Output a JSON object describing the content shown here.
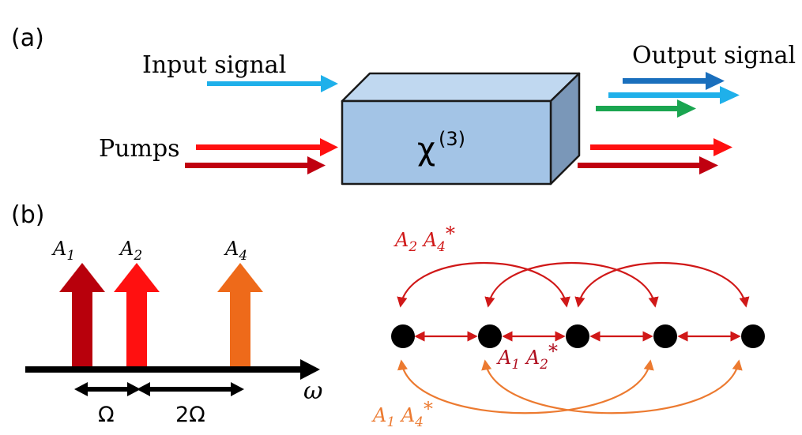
{
  "panel_a": {
    "label": "(a)",
    "input_label": "Input signal",
    "output_label": "Output signal",
    "pumps_label": "Pumps",
    "medium_symbol": "χ",
    "medium_superscript": "(3)"
  },
  "panel_b": {
    "label": "(b)",
    "amp1": "A",
    "amp1_sub": "1",
    "amp2": "A",
    "amp2_sub": "2",
    "amp4": "A",
    "amp4_sub": "4",
    "omega_axis": "ω",
    "spacing_1": "Ω",
    "spacing_2": "2Ω",
    "coupling_top_a": "A",
    "coupling_top_a_sub": "2",
    "coupling_top_b": "A",
    "coupling_top_b_sub": "4",
    "coupling_top_star": "*",
    "coupling_mid_a": "A",
    "coupling_mid_a_sub": "1",
    "coupling_mid_b": "A",
    "coupling_mid_b_sub": "2",
    "coupling_mid_star": "*",
    "coupling_bot_a": "A",
    "coupling_bot_a_sub": "1",
    "coupling_bot_b": "A",
    "coupling_bot_b_sub": "4",
    "coupling_bot_star": "*"
  },
  "colors": {
    "input_signal": "#1fb0ea",
    "output_blue_dark": "#1a6fbd",
    "output_green": "#1aa550",
    "pump_red": "#ff1010",
    "pump_dark_red": "#c00010",
    "amp1_color": "#b8000c",
    "amp2_color": "#ff1010",
    "amp4_color": "#ee6a1a",
    "coupling_red": "#d01818",
    "coupling_orange": "#ec7a30",
    "box_front": "#a3c4e6",
    "box_top": "#c0d8f0",
    "box_side": "#7a97b8"
  }
}
